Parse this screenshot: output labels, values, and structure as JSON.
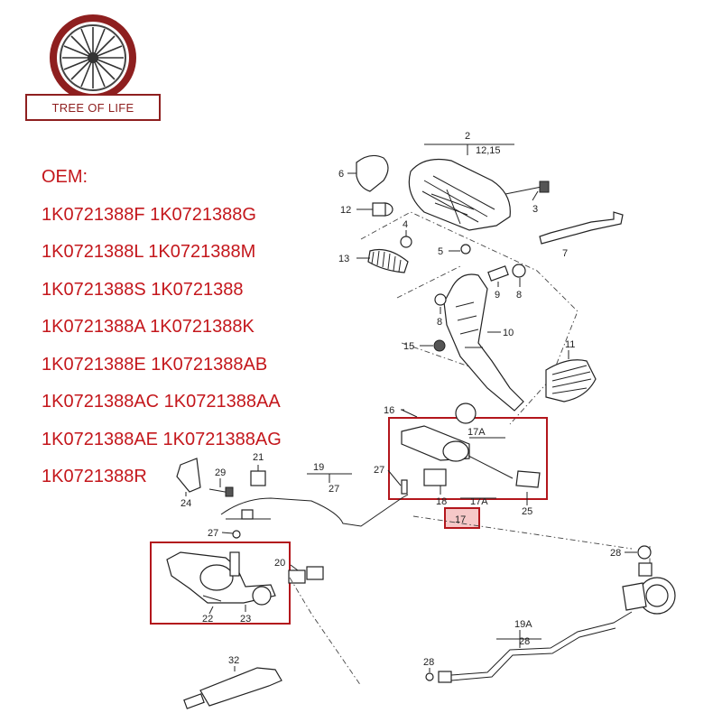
{
  "logo": {
    "text": "TREE OF LIFE"
  },
  "oem": {
    "heading": "OEM:",
    "lines": [
      "1K0721388F 1K0721388G",
      "1K0721388L 1K0721388M",
      "1K0721388S 1K0721388",
      "1K0721388A 1K0721388K",
      "1K0721388E 1K0721388AB",
      "1K0721388AC 1K0721388AA",
      "1K0721388AE 1K0721388AG",
      "1K0721388R"
    ]
  },
  "callouts": {
    "c2": "2",
    "c12_15": "12,15",
    "c6": "6",
    "c12": "12",
    "c3": "3",
    "c4": "4",
    "c5": "5",
    "c7": "7",
    "c13": "13",
    "c9": "9",
    "c8a": "8",
    "c8b": "8",
    "c10": "10",
    "c15": "15",
    "c11": "11",
    "c16": "16",
    "c17a_top": "17A",
    "c27a": "27",
    "c18": "18",
    "c17a_bot": "17A",
    "c25": "25",
    "c17": "17",
    "c21": "21",
    "c29": "29",
    "c19": "19",
    "c27b": "27",
    "c24": "24",
    "c27c": "27",
    "c20": "20",
    "c22": "22",
    "c23": "23",
    "c28a": "28",
    "c19a": "19A",
    "c28b": "28",
    "c28c": "28",
    "c32": "32"
  },
  "colors": {
    "accent": "#c4171c",
    "highlight_box": "#b3161c",
    "logo": "#8e1f1f"
  }
}
